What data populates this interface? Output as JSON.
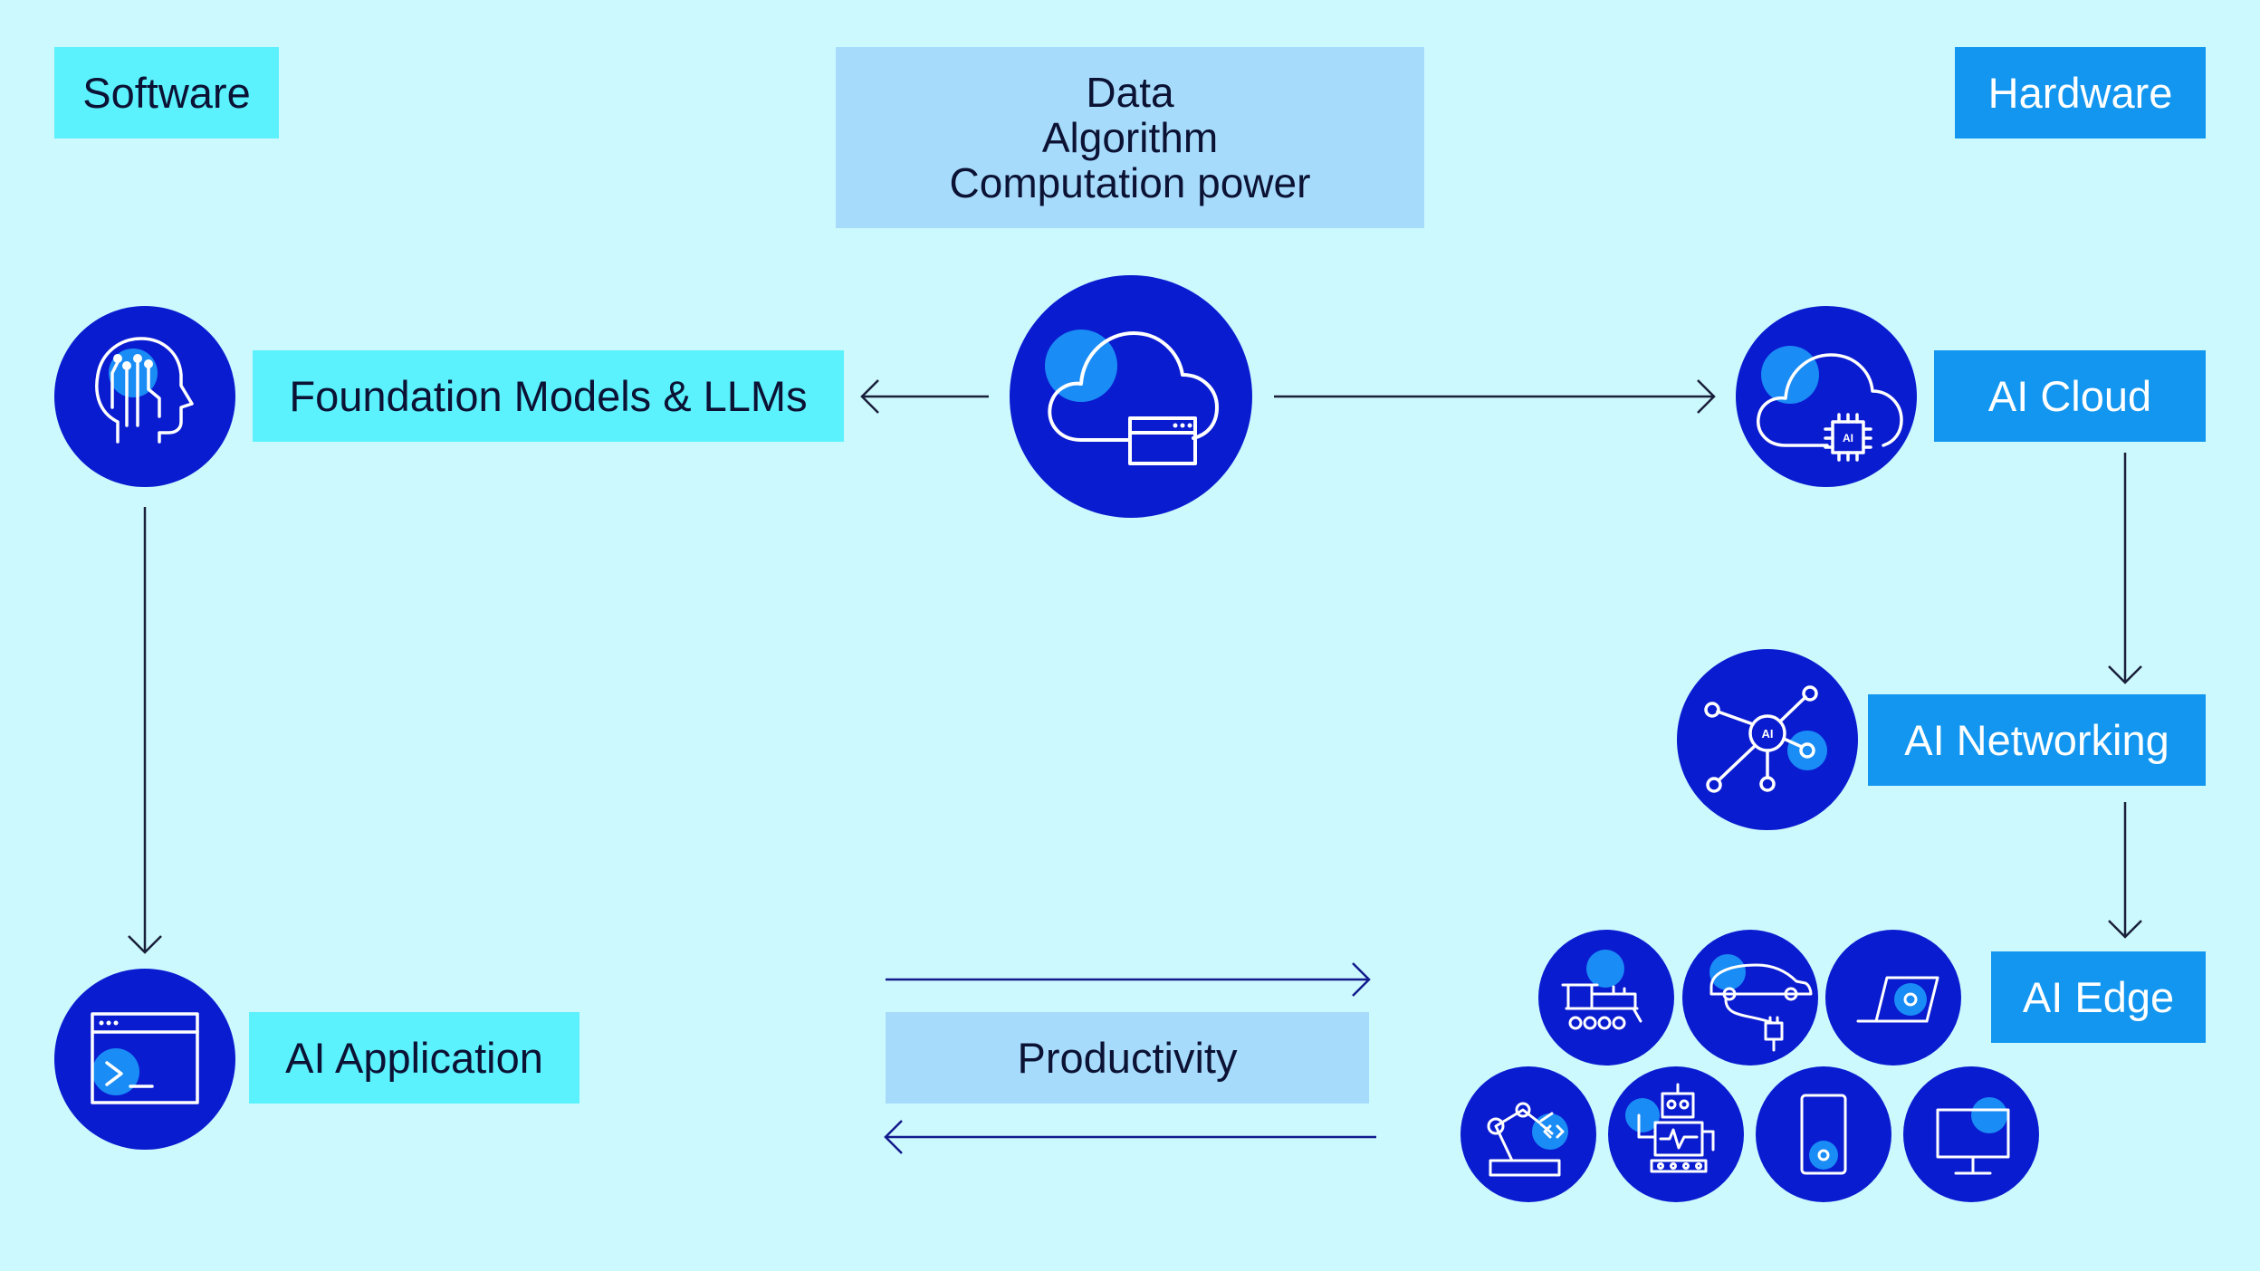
{
  "labels": {
    "software": "Software",
    "hardware": "Hardware",
    "data_lines": [
      "Data",
      "Algorithm",
      "Computation power"
    ],
    "foundation_models": "Foundation Models & LLMs",
    "ai_cloud": "AI Cloud",
    "ai_networking": "AI Networking",
    "ai_edge": "AI Edge",
    "ai_application": "AI Application",
    "productivity": "Productivity",
    "ai_chip_text": "AI",
    "ai_node_text": "AI"
  },
  "colors": {
    "background": "#ccf9fd",
    "circle": "#0a1cd0",
    "accent": "#1a8cf5",
    "box_cyan": "#5bf1fd",
    "box_pale": "#a7dbfc",
    "box_blue": "#1296ef",
    "arrow_dark": "#1a1f3a",
    "arrow_navy": "#121a8c",
    "text_dark": "#0b1233"
  },
  "icons": {
    "head": "ai-brain-head-icon",
    "center_cloud": "cloud-data-icon",
    "ai_cloud": "cloud-ai-chip-icon",
    "networking": "network-hub-icon",
    "application": "terminal-window-icon",
    "edge_devices": [
      "train-icon",
      "car-charging-icon",
      "laptop-icon",
      "robot-arm-icon",
      "robot-icon",
      "smartphone-icon",
      "monitor-icon"
    ]
  }
}
